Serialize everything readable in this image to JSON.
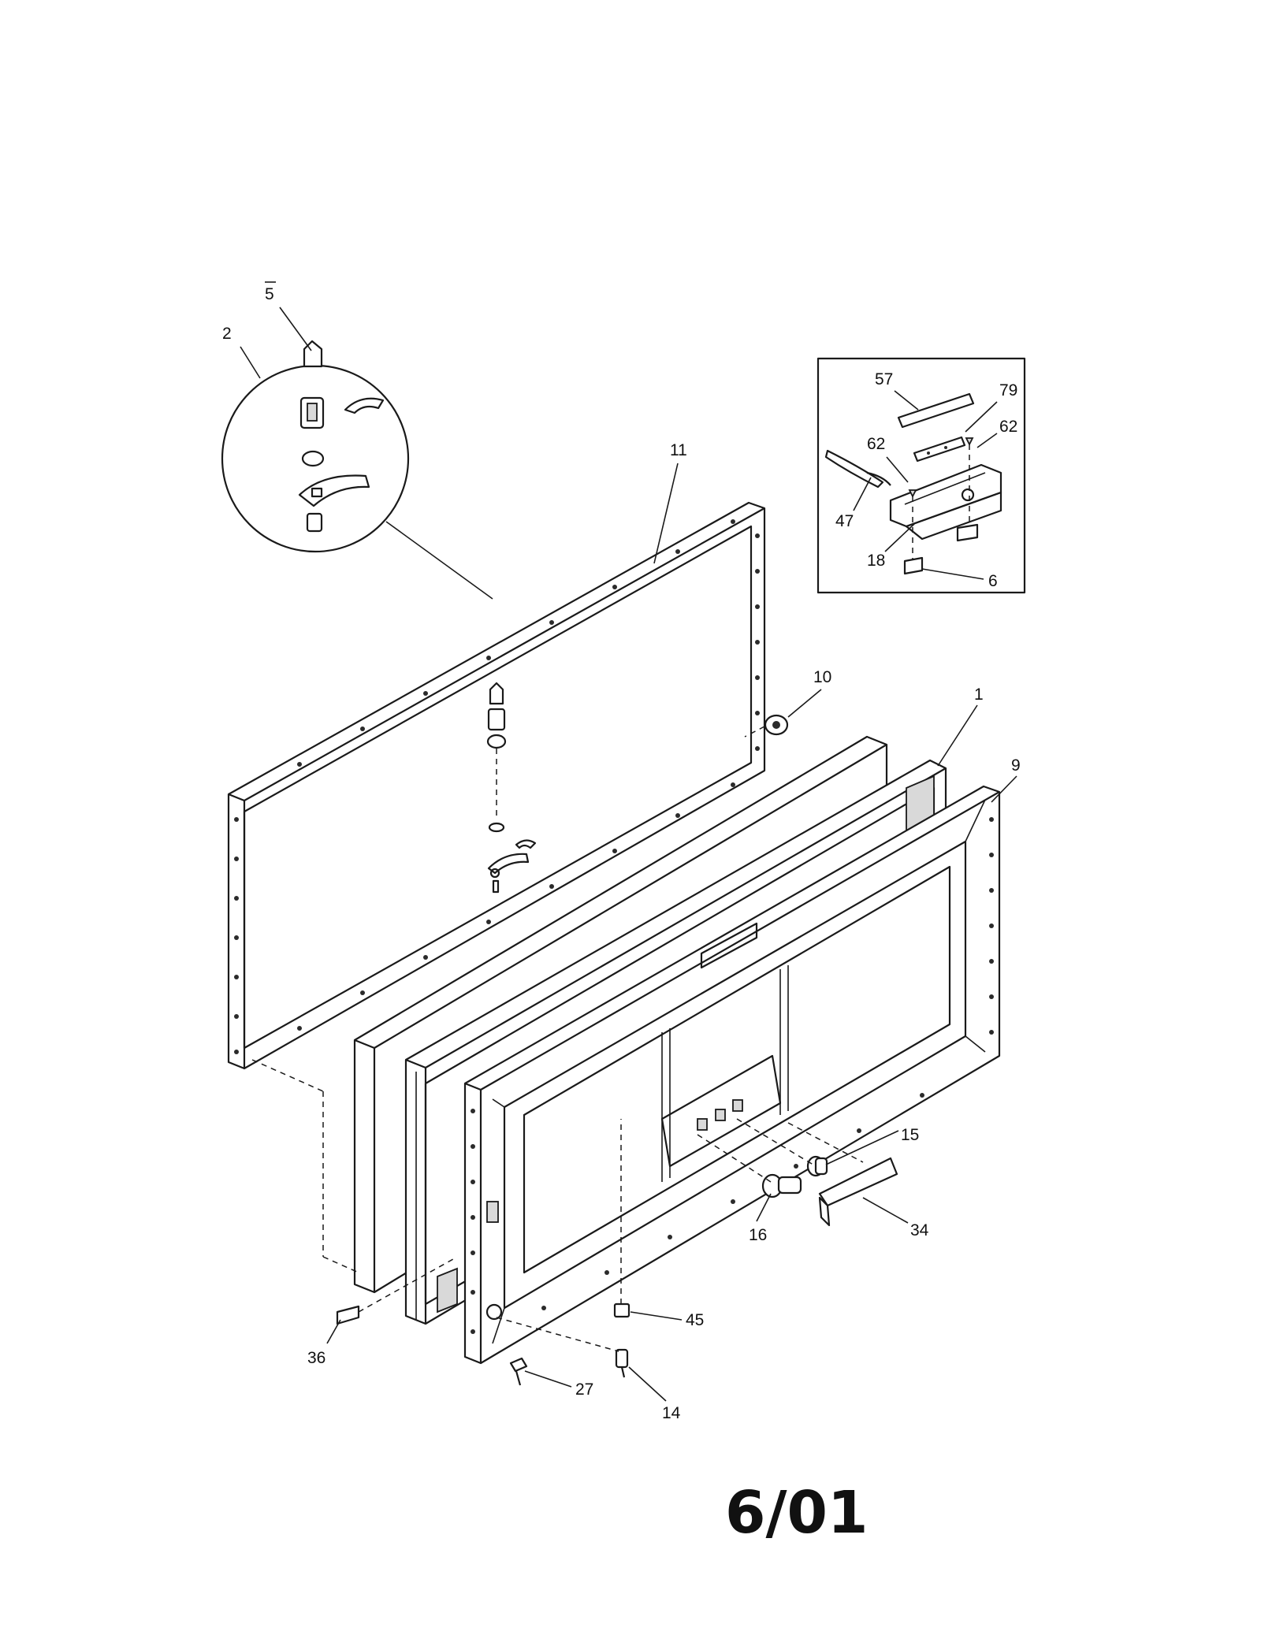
{
  "callouts": {
    "c5": "5",
    "c2": "2",
    "c11": "11",
    "c10": "10",
    "c1": "1",
    "c9": "9",
    "c57": "57",
    "c79": "79",
    "c62a": "62",
    "c62b": "62",
    "c47": "47",
    "c18": "18",
    "c6": "6",
    "c15": "15",
    "c16": "16",
    "c34": "34",
    "c45": "45",
    "c36": "36",
    "c27": "27",
    "c14": "14"
  },
  "date_code": "6/01"
}
